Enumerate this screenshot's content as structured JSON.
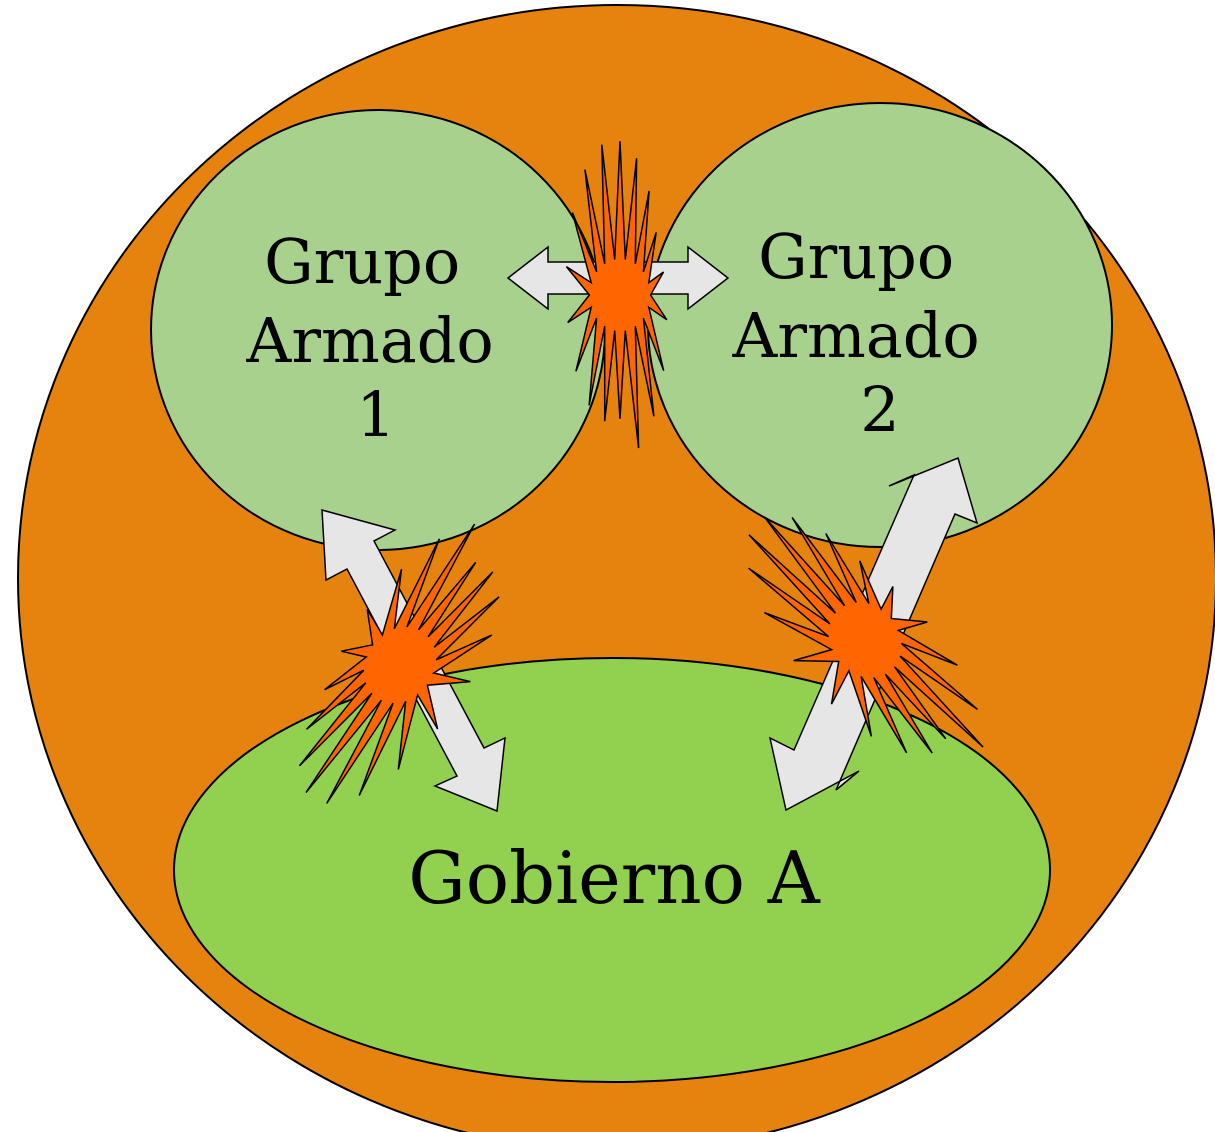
{
  "colors": {
    "outer_region": "#E6830F",
    "armed_group_fill": "#A9D18E",
    "government_fill": "#92D050",
    "arrow_fill": "#E6E6E6",
    "conflict_burst": "#FF6600",
    "outline": "#000000"
  },
  "groups": [
    {
      "line1": "Grupo",
      "line2": "Armado",
      "line3": "1"
    },
    {
      "line1": "Grupo",
      "line2": "Armado",
      "line3": "2"
    }
  ],
  "government": {
    "label": "Gobierno A"
  },
  "icons": {
    "arrow": "double-headed-arrow",
    "conflict": "explosion-burst"
  }
}
